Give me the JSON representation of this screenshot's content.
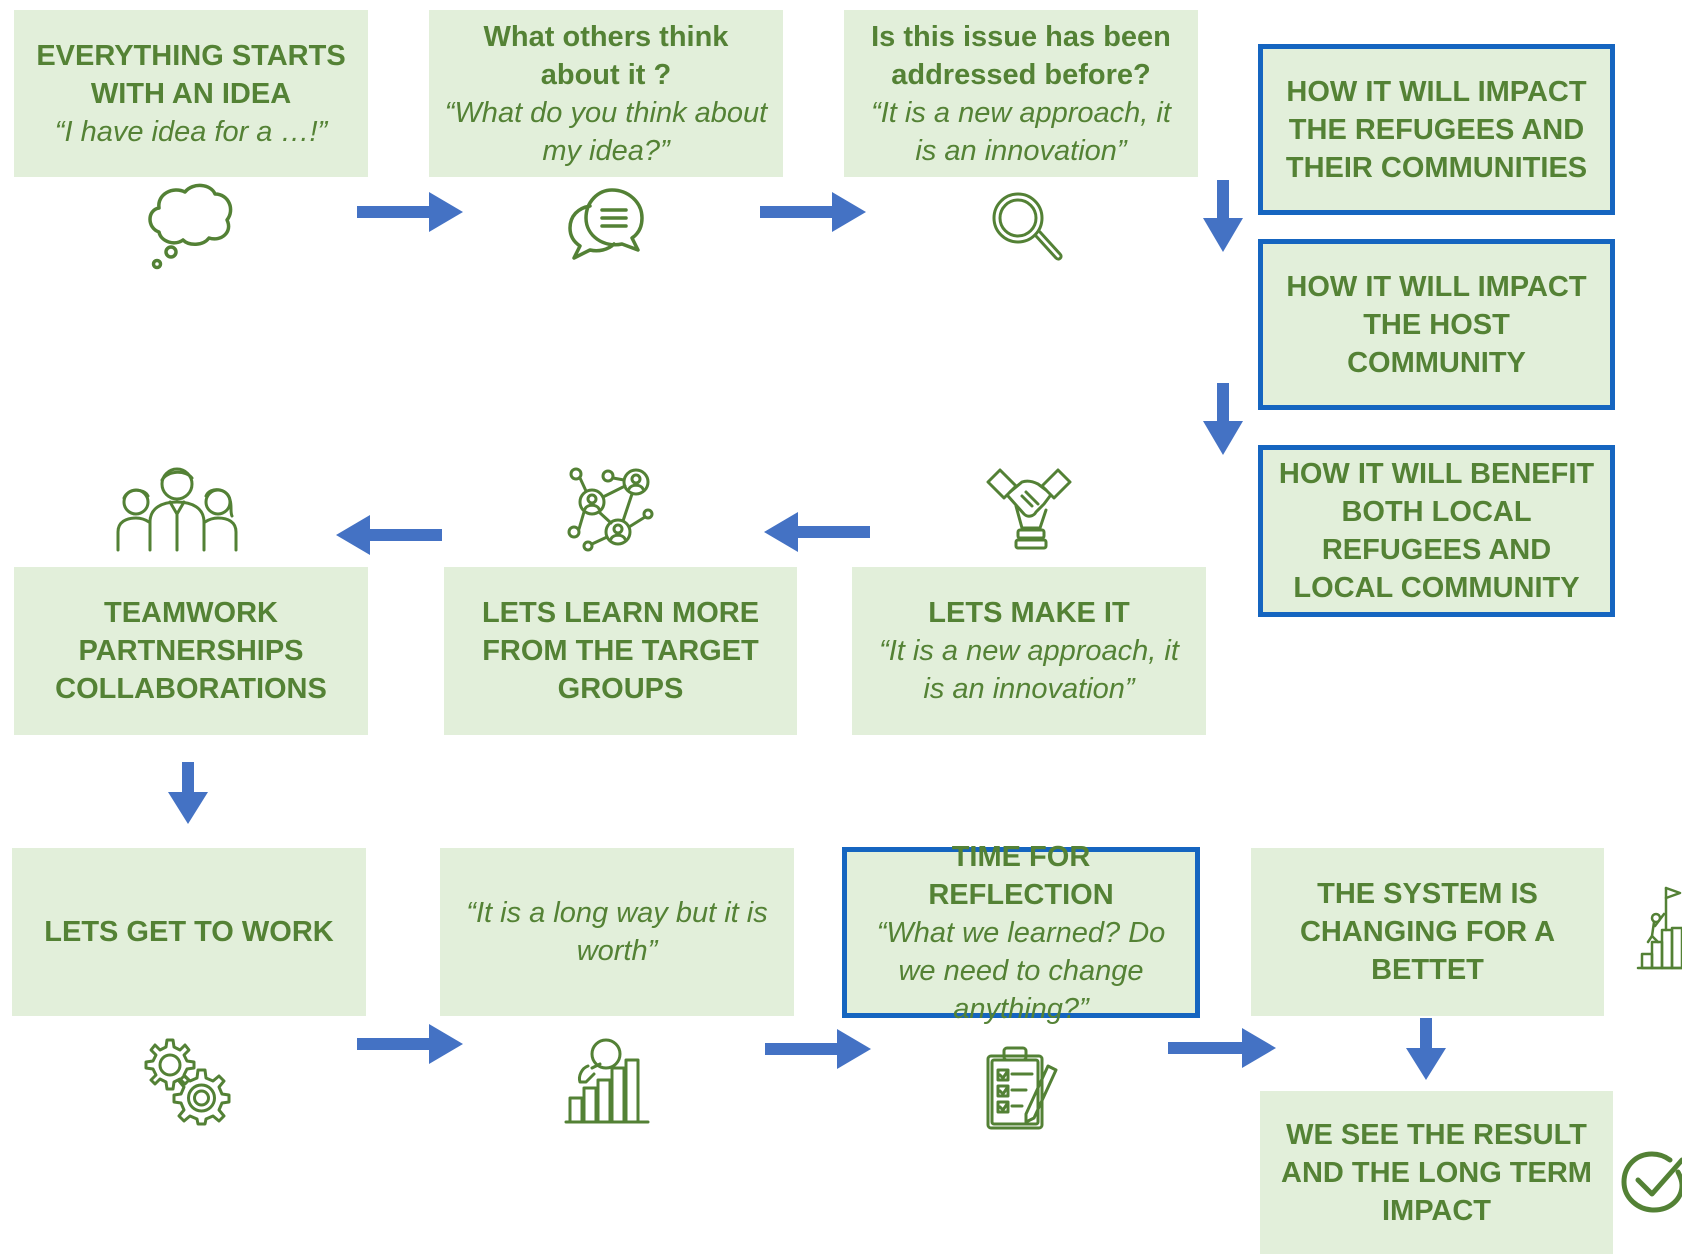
{
  "colors": {
    "box_fill": "#e2efda",
    "text": "#548235",
    "icon": "#538135",
    "arrow": "#4472c4",
    "highlight_border": "#1565c0"
  },
  "steps": {
    "idea": {
      "title": "EVERYTHING STARTS WITH AN IDEA",
      "quote": "“I have idea for a …!”",
      "icon": "thought-bubble-icon"
    },
    "others": {
      "title": "What others think about it ?",
      "quote": "“What do you think about my idea?”",
      "icon": "chat-bubbles-icon"
    },
    "addressed": {
      "title": "Is this issue has been addressed before?",
      "quote": "“It is a new approach, it is an innovation”",
      "icon": "magnifier-icon"
    },
    "impact_refugees": {
      "title": "HOW IT WILL IMPACT THE REFUGEES AND THEIR COMMUNITIES"
    },
    "impact_host": {
      "title": "HOW IT WILL IMPACT THE HOST COMMUNITY"
    },
    "benefit_both": {
      "title": "HOW IT WILL BENEFIT BOTH LOCAL REFUGEES AND LOCAL COMMUNITY"
    },
    "make_it": {
      "title": "LETS MAKE IT",
      "quote": "“It is a new approach, it is an innovation”",
      "icon": "handshake-icon"
    },
    "learn_more": {
      "title": "LETS LEARN MORE FROM THE TARGET GROUPS",
      "icon": "network-people-icon"
    },
    "teamwork": {
      "title": "TEAMWORK PARTNERSHIPS COLLABORATIONS",
      "icon": "team-icon"
    },
    "get_to_work": {
      "title": "LETS GET TO WORK",
      "icon": "gears-icon"
    },
    "long_way": {
      "quote": "“It is a long way but it is worth”",
      "icon": "growth-chart-person-icon"
    },
    "reflection": {
      "title": "TIME FOR  REFLECTION",
      "quote": "“What we learned? Do we need to change anything?”",
      "icon": "clipboard-checklist-icon"
    },
    "system": {
      "title": "THE SYSTEM IS CHANGING FOR A BETTET",
      "icon": "summit-flag-icon"
    },
    "result": {
      "title": "WE SEE THE RESULT AND THE LONG TERM IMPACT",
      "icon": "check-circle-icon"
    }
  }
}
